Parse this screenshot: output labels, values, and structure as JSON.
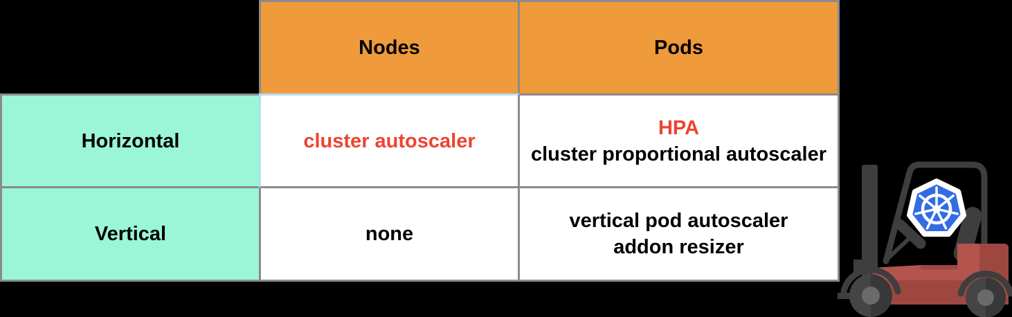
{
  "table": {
    "header": {
      "nodes": "Nodes",
      "pods": "Pods"
    },
    "cells": {
      "horizontal_label": "Horizontal",
      "horizontal_nodes": "cluster autoscaler",
      "horizontal_pods_line1": "HPA",
      "horizontal_pods_line2": "cluster proportional autoscaler",
      "vertical_label": "Vertical",
      "vertical_nodes": "none",
      "vertical_pods_line1": "vertical pod autoscaler",
      "vertical_pods_line2": "addon resizer"
    }
  },
  "illustration": {
    "name": "forklift carrying Kubernetes logo",
    "kubernetes_icon": "kubernetes-wheel-icon"
  },
  "colors": {
    "background": "#000000",
    "header_orange": "#ef9a3b",
    "label_mint": "#9af6d6",
    "cell_white": "#ffffff",
    "border_gray": "#8a8a8a",
    "border_highlight_blue": "#b5ddf5",
    "accent_red": "#ee4331",
    "kubernetes_blue": "#326ce5",
    "forklift_dark_gray": "#3e3e3e",
    "forklift_red": "#b3544d",
    "forklift_red_dark": "#9e4741"
  }
}
